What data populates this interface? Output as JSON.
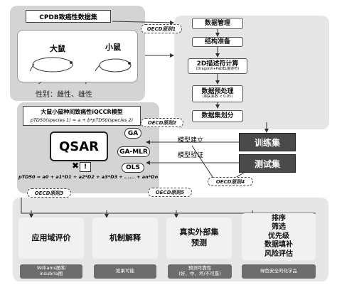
{
  "left_panel": {
    "title": "CPDB致癌性数据集",
    "rat": "大鼠",
    "mouse": "小鼠",
    "gender": "性别：雌性、雄性"
  },
  "right_flow": {
    "steps": [
      "数据管理",
      "结构准备",
      "2D描述符计算",
      "数据预处理",
      "数据集划分"
    ],
    "step3_sub": "(DragonX+PaDEL描述符)",
    "step4_sub": "(相关系数 < 0.95)"
  },
  "model_panel": {
    "title": "大鼠小鼠种间致癌性iQCCR模型",
    "formula_top": "pTD50(species 1) = a + b*pTD50(species 2)",
    "qsar": "QSAR",
    "methods": [
      "GA",
      "GA-MLR",
      "OLS"
    ],
    "formula_bottom": "pTD50 = a0 + a1*D1 + a2*D2 + a3*D3 + ...... + an*Dn"
  },
  "middle": {
    "build": "模型建立",
    "validate": "模型验证",
    "train": "训练集",
    "test": "测试集"
  },
  "oecd": [
    "OECD原则1",
    "OECD原则2",
    "OECD原则3",
    "OECD原则4",
    "OECD原则5"
  ],
  "bottom": {
    "boxes": [
      "应用域评价",
      "机制解释",
      "真实外部集\n预测",
      "排序\n筛选\n优先级\n数据填补\n风险评估"
    ],
    "labels": [
      "Williams图和\ninsubria图",
      "如果可能",
      "预测可靠性\n(好、中、坏/不可靠)",
      "绿色安全的化学品"
    ]
  },
  "colors": {
    "panel": "#d4d4d4",
    "dark_button": "#4a4a4a"
  }
}
